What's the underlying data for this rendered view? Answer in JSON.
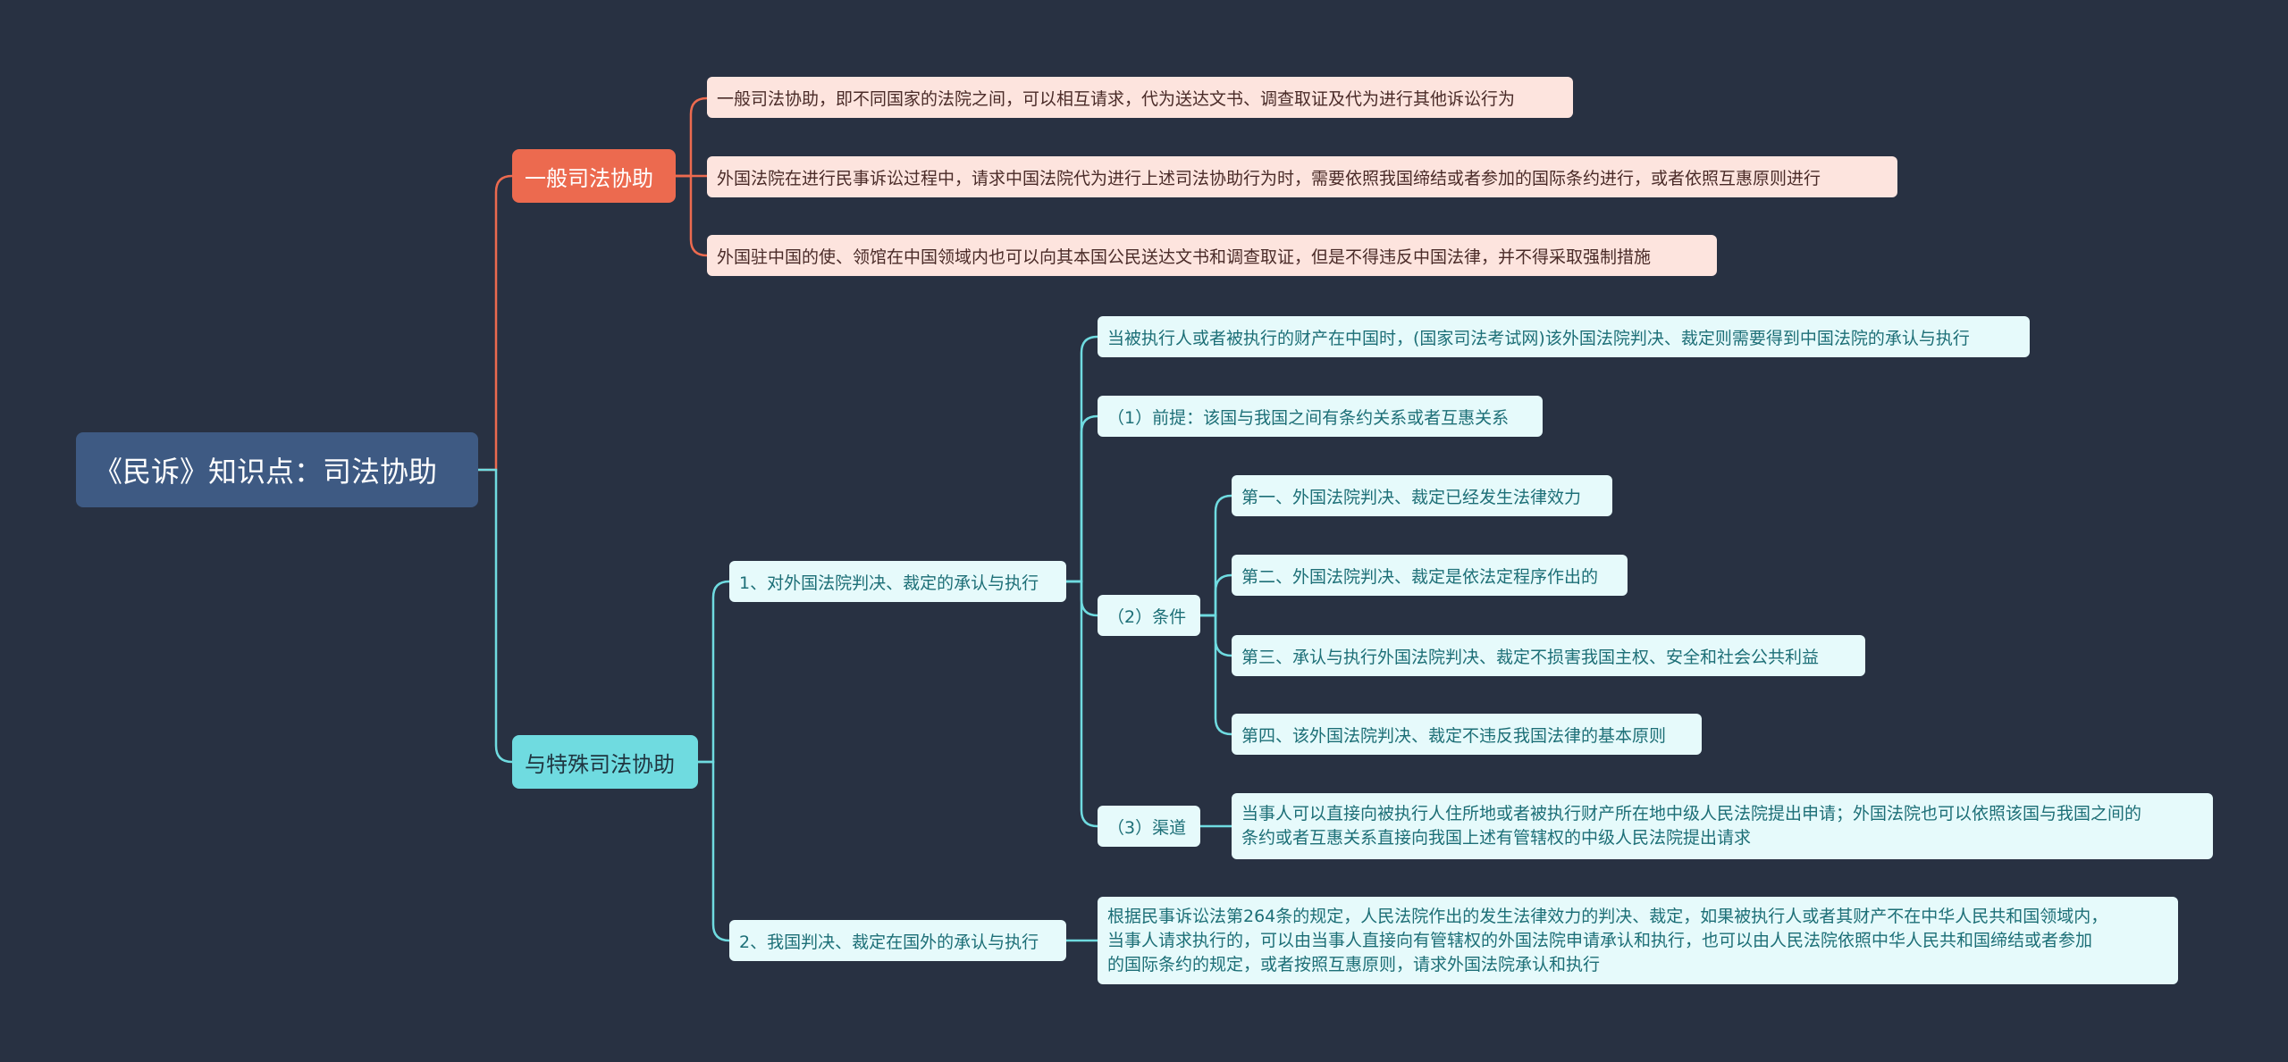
{
  "mindmap": {
    "root": "《民诉》知识点：司法协助",
    "general": {
      "label": "一般司法协助",
      "items": [
        "一般司法协助，即不同国家的法院之间，可以相互请求，代为送达文书、调查取证及代为进行其他诉讼行为",
        "外国法院在进行民事诉讼过程中，请求中国法院代为进行上述司法协助行为时，需要依照我国缔结或者参加的国际条约进行，或者依照互惠原则进行",
        "外国驻中国的使、领馆在中国领域内也可以向其本国公民送达文书和调查取证，但是不得违反中国法律，并不得采取强制措施"
      ]
    },
    "special": {
      "label": "与特殊司法协助",
      "recognition": {
        "label": "1、对外国法院判决、裁定的承认与执行",
        "intro": "当被执行人或者被执行的财产在中国时，(国家司法考试网)该外国法院判决、裁定则需要得到中国法院的承认与执行",
        "premise": "（1）前提：该国与我国之间有条约关系或者互惠关系",
        "conditions": {
          "label": "（2）条件",
          "items": [
            "第一、外国法院判决、裁定已经发生法律效力",
            "第二、外国法院判决、裁定是依法定程序作出的",
            "第三、承认与执行外国法院判决、裁定不损害我国主权、安全和社会公共利益",
            "第四、该外国法院判决、裁定不违反我国法律的基本原则"
          ]
        },
        "channel": {
          "label": "（3）渠道",
          "lines": [
            "当事人可以直接向被执行人住所地或者被执行财产所在地中级人民法院提出申请；外国法院也可以依照该国与我国之间的",
            "条约或者互惠关系直接向我国上述有管辖权的中级人民法院提出请求"
          ]
        }
      },
      "abroad": {
        "label": "2、我国判决、裁定在国外的承认与执行",
        "lines": [
          "根据民事诉讼法第264条的规定，人民法院作出的发生法律效力的判决、裁定，如果被执行人或者其财产不在中华人民共和国领域内，",
          "当事人请求执行的，可以由当事人直接向有管辖权的外国法院申请承认和执行，也可以由人民法院依照中华人民共和国缔结或者参加",
          "的国际条约的规定，或者按照互惠原则，请求外国法院承认和执行"
        ]
      }
    }
  },
  "colors": {
    "background": "#283142",
    "root": "#3e5a83",
    "general_branch": "#ec6a4f",
    "special_branch": "#6fdbe0",
    "general_leaf": "#fde4de",
    "special_leaf": "#e6fafb"
  }
}
